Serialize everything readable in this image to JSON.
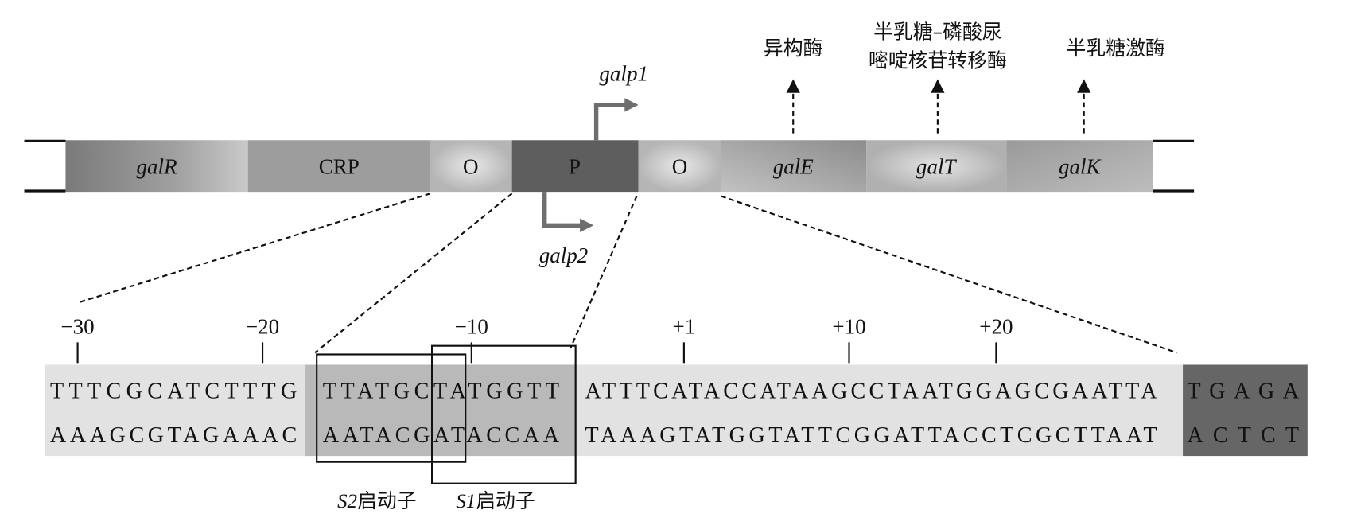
{
  "gene_map": {
    "segments": [
      {
        "id": "galR",
        "label": "galR",
        "italic": true,
        "color": "#8a8a8a"
      },
      {
        "id": "crp",
        "label": "CRP",
        "italic": false,
        "color": "#9a9a9a"
      },
      {
        "id": "o1",
        "label": "O",
        "italic": false,
        "color": "#c8c8c8"
      },
      {
        "id": "p",
        "label": "P",
        "italic": false,
        "color": "#5e5e5e"
      },
      {
        "id": "o2",
        "label": "O",
        "italic": false,
        "color": "#c8c8c8"
      },
      {
        "id": "galE",
        "label": "galE",
        "italic": true,
        "color": "#a6a6a6"
      },
      {
        "id": "galT",
        "label": "galT",
        "italic": true,
        "color": "#c4c4c4"
      },
      {
        "id": "galK",
        "label": "galK",
        "italic": true,
        "color": "#a2a2a2"
      }
    ],
    "promoters": {
      "p1": "galp1",
      "p2": "galp2"
    },
    "products": {
      "galE": "异构酶",
      "galT_line1": "半乳糖–磷酸尿",
      "galT_line2": "嘧啶核苷转移酶",
      "galK": "半乳糖激酶"
    }
  },
  "sequence": {
    "positions": [
      "−30",
      "−20",
      "−10",
      "+1",
      "+10",
      "+20"
    ],
    "top": {
      "a": "TTTCGCATCTTTG",
      "b": "TTATGCTATGGTT",
      "c": "ATTTCATACCATAAGCCTAATGGAGCGAATTA",
      "d": "TGAGA"
    },
    "bottom": {
      "a": "AAAGCGTAGAAAC",
      "b": "AATACGATACCAA",
      "c": "TAAAGTATGGTATTCGGATTACCTCGCTTAAT",
      "d": "ACTCT"
    },
    "promoter_labels": {
      "s2_italic": "S2",
      "s2_text": "启动子",
      "s1_italic": "S1",
      "s1_text": "启动子"
    }
  },
  "colors": {
    "dark": "#5e5e5e",
    "light_band": "#e2e2e2",
    "mid_band": "#b9b9b9",
    "end_band": "#666666",
    "arrow": "#6e6e6e"
  }
}
